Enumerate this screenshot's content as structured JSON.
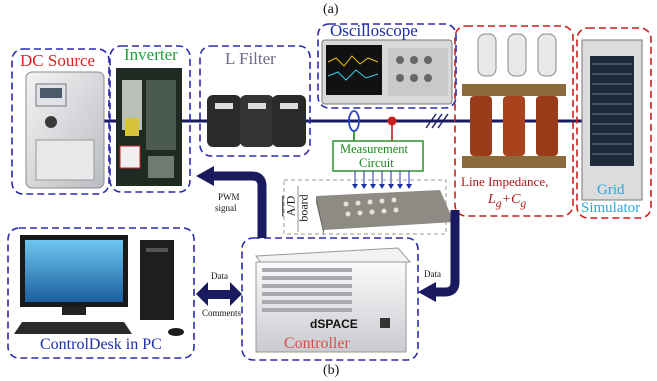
{
  "captions": {
    "top": "(a)",
    "bottom": "(b)"
  },
  "components": {
    "dc_source": {
      "label": "DC Source",
      "color": "#e02020"
    },
    "inverter": {
      "label": "Inverter",
      "color": "#1fa33a"
    },
    "l_filter": {
      "label": "L Filter",
      "color": "#6b6b8a"
    },
    "oscilloscope": {
      "label": "Oscilloscope",
      "color": "#1c2fa8"
    },
    "line_impedance": {
      "label": "Line Impedance,",
      "formula_html": "L<sub>g</sub>+C<sub>g</sub>",
      "color": "#b01818"
    },
    "grid_simulator": {
      "label_line1": "Grid",
      "label_line2": "Simulator",
      "color": "#29a8e0"
    },
    "measurement_circuit": {
      "label_line1": "Measurement",
      "label_line2": "Circuit",
      "color": "#1a8a1a"
    },
    "ad_board": {
      "label_line1": "A/D",
      "label_line2": "board"
    },
    "controldesk": {
      "label": "ControlDesk in PC",
      "color": "#1c2fa8"
    },
    "controller": {
      "label": "Controller",
      "color": "#e04a4a"
    }
  },
  "annotations": {
    "pwm_line1": "PWM",
    "pwm_line2": "signal",
    "data_left": "Data",
    "comments": "Comments",
    "data_right": "Data",
    "brand": "dSPACE"
  },
  "colors": {
    "bus": "#1a1a5e",
    "dashed": "#2a2ab0",
    "accent_red": "#c81e1e"
  }
}
